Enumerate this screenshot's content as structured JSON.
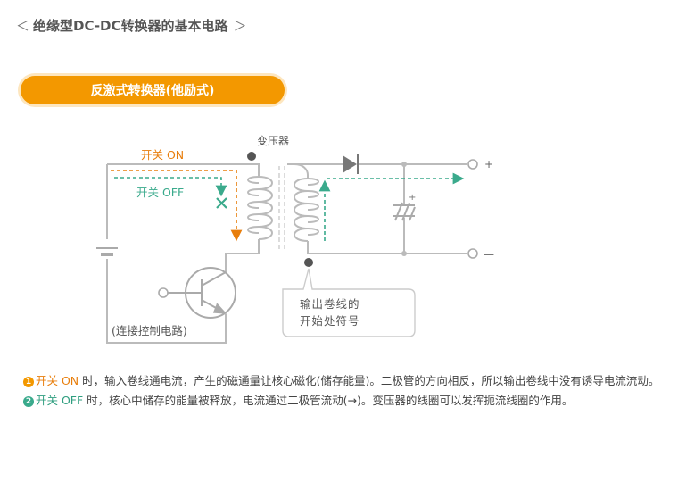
{
  "header": {
    "title": "绝缘型DC-DC转换器的基本电路",
    "left_chevron": "＜",
    "right_chevron": "＞"
  },
  "tab": {
    "label": "反激式转换器(他励式)"
  },
  "diagram": {
    "transformer_label": "变压器",
    "switch_on_label": "开关 ON",
    "switch_off_label": "开关 OFF",
    "control_label": "(连接控制电路)",
    "output_plus": "+",
    "output_minus": "—",
    "capacitor_plus": "+",
    "callout_line1": "输出卷线的",
    "callout_line2": "开始处符号",
    "colors": {
      "wire": "#bbbbbb",
      "on_path": "#e87e0c",
      "off_path": "#3aaa8c",
      "dot": "#555555",
      "diode": "#777777"
    }
  },
  "notes": [
    {
      "number": "1",
      "keyword": "开关 ON",
      "text": " 时，输入卷线通电流，产生的磁通量让核心磁化(储存能量)。二极管的方向相反，所以输出卷线中没有诱导电流流动。"
    },
    {
      "number": "2",
      "keyword": "开关 OFF",
      "text": " 时，核心中储存的能量被释放，电流通过二极管流动(→)。变压器的线圈可以发挥扼流线圈的作用。"
    }
  ]
}
